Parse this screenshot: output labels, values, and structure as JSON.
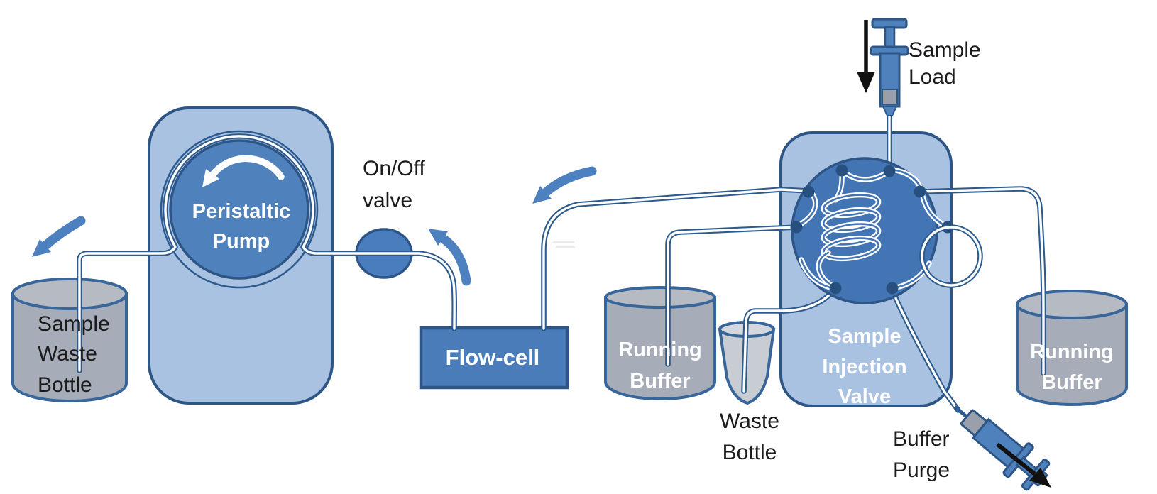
{
  "labels": {
    "peristaltic_pump": {
      "line1": "Peristaltic",
      "line2": "Pump"
    },
    "on_off_valve": {
      "line1": "On/Off",
      "line2": "valve"
    },
    "flow_cell": {
      "label": "Flow-cell"
    },
    "sample_waste_bottle": {
      "line1": "Sample",
      "line2": "Waste",
      "line3": "Bottle"
    },
    "running_buffer_left": {
      "line1": "Running",
      "line2": "Buffer"
    },
    "waste_bottle": {
      "line1": "Waste",
      "line2": "Bottle"
    },
    "sample_injection_valve": {
      "line1": "Sample",
      "line2": "Injection",
      "line3": "Valve"
    },
    "sample_load": {
      "line1": "Sample",
      "line2": "Load"
    },
    "buffer_purge": {
      "line1": "Buffer",
      "line2": "Purge"
    },
    "running_buffer_right": {
      "line1": "Running",
      "line2": "Buffer"
    }
  },
  "icons": {
    "pump_rotation_arrow": "counterclockwise-rotation-arrow",
    "waste_flow_arrow": "curved-arrow-down-left",
    "valve_flow_arrow": "curved-arrow-up-left",
    "return_flow_arrow": "curved-arrow-down-left",
    "sample_load_arrow": "straight-arrow-down",
    "buffer_purge_arrow": "straight-arrow-down-right"
  },
  "colors": {
    "body_light_blue": "#a9c2e2",
    "component_blue": "#4f81bd",
    "valve_rotor_blue": "#4374b3",
    "flow_cell_blue": "#4a7cba",
    "outline_dark_blue": "#2d5686",
    "tube_line_blue": "#2d5b8e",
    "container_gray": "#a6adb8",
    "container_gray_top": "#b5bac3",
    "waste_cup_gray": "#c8ccd3",
    "arrow_blue": "#4d80bf",
    "text_black": "#1c1c1c",
    "text_white": "#ffffff"
  }
}
